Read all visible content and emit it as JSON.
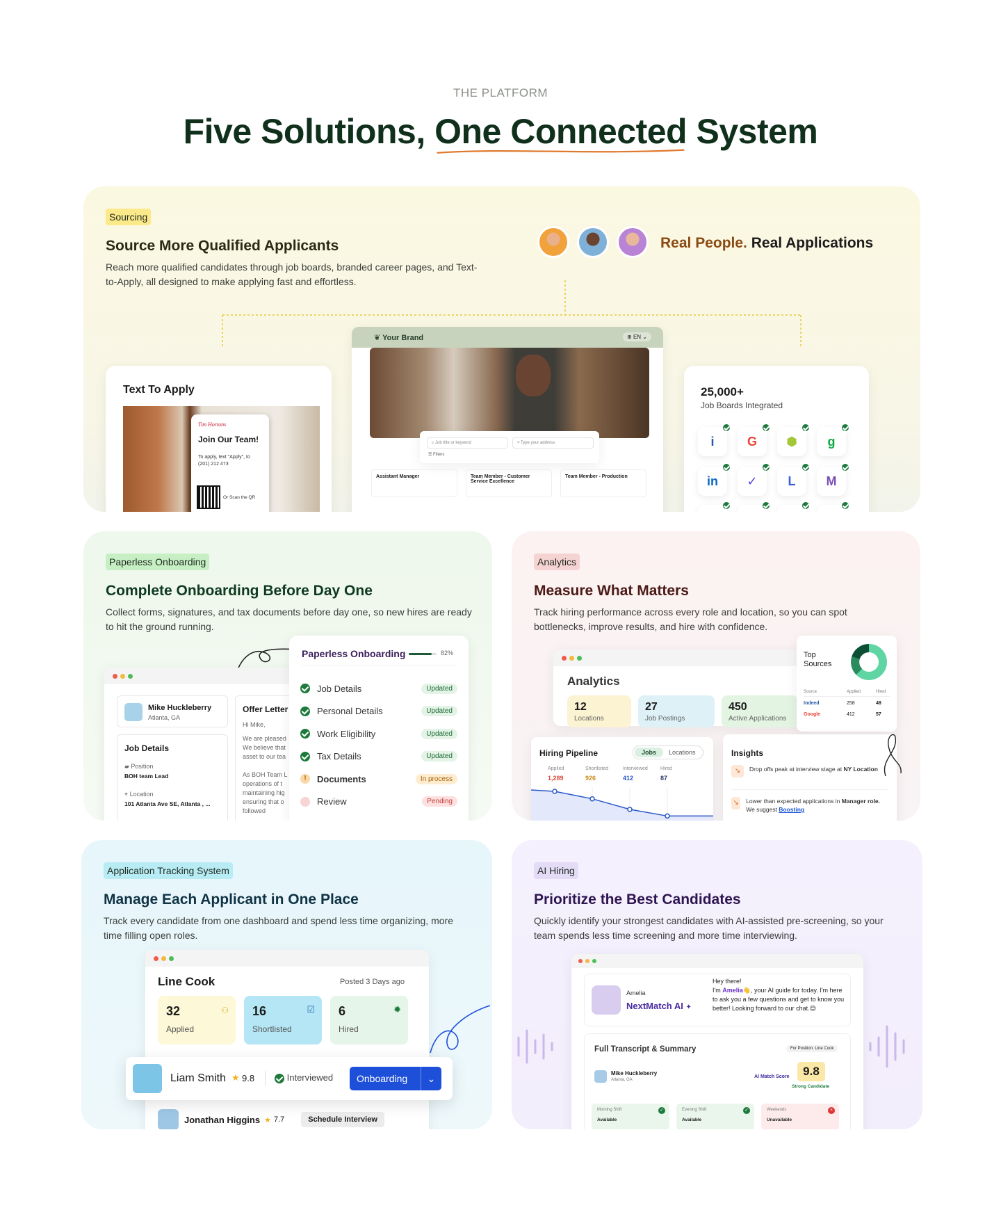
{
  "header": {
    "eyebrow": "THE PLATFORM",
    "title_pre": "Five Solutions, ",
    "title_ul": "One Connected",
    "title_post": " System"
  },
  "sourcing": {
    "tag": "Sourcing",
    "title": "Source More Qualified Applicants",
    "desc": "Reach more qualified candidates through job boards, branded career pages, and Text-to-Apply, all designed to make applying fast and effortless.",
    "people_a": "Real People.",
    "people_b": " Real Applications",
    "text_to_apply": {
      "title": "Text To Apply",
      "brand": "Tim Hortons",
      "join": "Join Our Team!",
      "apply_text": "To apply, text \"Apply\", to (201) 212 473",
      "qr": "Or Scan the QR"
    },
    "career": {
      "brand": "Your Brand",
      "lang": "EN",
      "search_ph": "Job title or keyword",
      "addr_ph": "Type your address",
      "filters": "Filters",
      "jobs": [
        "Assistant Manager",
        "Team Member - Customer Service Excellence",
        "Team Member - Production"
      ]
    },
    "boards": {
      "count": "25,000+",
      "label": "Job Boards Integrated",
      "logos": [
        {
          "name": "indeed-logo",
          "glyph": "i",
          "color": "#2557a7"
        },
        {
          "name": "google-logo",
          "glyph": "G",
          "color": "#ea4335"
        },
        {
          "name": "android-logo",
          "glyph": "⬢",
          "color": "#a4c639"
        },
        {
          "name": "glassdoor-logo",
          "glyph": "g",
          "color": "#0caa41"
        },
        {
          "name": "linkedin-logo",
          "glyph": "in",
          "color": "#0a66c2"
        },
        {
          "name": "check-logo",
          "glyph": "✓",
          "color": "#4f46e5"
        },
        {
          "name": "shield-logo",
          "glyph": "L",
          "color": "#3b5bdb"
        },
        {
          "name": "m-logo",
          "glyph": "M",
          "color": "#7b4fb7"
        }
      ]
    }
  },
  "onboarding": {
    "tag": "Paperless Onboarding",
    "title": "Complete Onboarding Before Day One",
    "desc": "Collect forms, signatures, and tax documents before day one, so new hires are ready to hit the ground running.",
    "employee": {
      "name": "Mike Huckleberry",
      "loc": "Atlanta, GA"
    },
    "job_details": {
      "title": "Job Details",
      "pos_label": "Position",
      "pos": "BOH team Lead",
      "loc_label": "Location",
      "loc": "101 Atlanta Ave SE, Atlanta , ..."
    },
    "offer": {
      "title": "Offer Letter",
      "greeting": "Hi Mike,",
      "lines": [
        "We are pleased",
        "We believe that",
        "asset to our tea",
        "",
        "As BOH Team L",
        "operations of t",
        "maintaining hig",
        "ensuring that o",
        "followed"
      ]
    },
    "checklist": {
      "title": "Paperless Onboarding",
      "pct": "82%",
      "progress": 0.82,
      "items": [
        {
          "label": "Job Details",
          "status": "Updated",
          "state": "done"
        },
        {
          "label": "Personal Details",
          "status": "Updated",
          "state": "done"
        },
        {
          "label": "Work Eligibility",
          "status": "Updated",
          "state": "done"
        },
        {
          "label": "Tax Details",
          "status": "Updated",
          "state": "done"
        },
        {
          "label": "Documents",
          "status": "In process",
          "state": "warn"
        },
        {
          "label": "Review",
          "status": "Pending",
          "state": "pending"
        }
      ]
    }
  },
  "analytics": {
    "tag": "Analytics",
    "title": "Measure What Matters",
    "desc": "Track hiring performance across every role and location, so you can spot bottlenecks, improve results, and hire with confidence.",
    "panel_title": "Analytics",
    "stats": [
      {
        "value": "12",
        "label": "Locations"
      },
      {
        "value": "27",
        "label": "Job Postings"
      },
      {
        "value": "450",
        "label": "Active Applications"
      }
    ],
    "top_sources": {
      "title": "Top Sources",
      "headers": [
        "Source",
        "Applied",
        "Hired"
      ],
      "rows": [
        [
          "Indeed",
          "258",
          "48"
        ],
        [
          "Google",
          "412",
          "57"
        ]
      ]
    },
    "pipeline": {
      "title": "Hiring Pipeline",
      "toggle": [
        "Jobs",
        "Locations"
      ],
      "stages": [
        {
          "label": "Applied",
          "value": "1,289"
        },
        {
          "label": "Shortlisted",
          "value": "926"
        },
        {
          "label": "Interviewed",
          "value": "412"
        },
        {
          "label": "Hired",
          "value": "87"
        }
      ]
    },
    "insights": {
      "title": "Insights",
      "i1_a": "Drop offs peak at interview stage at ",
      "i1_b": "NY Location",
      "i2_a": "Lower than expected applications in ",
      "i2_b": "Manager role.",
      "i2_c": " We suggest ",
      "i2_d": "Boosting"
    }
  },
  "ats": {
    "tag": "Application Tracking System",
    "title": "Manage Each Applicant in One Place",
    "desc": "Track every candidate from one dashboard and spend less time organizing, more time filling open roles.",
    "job": "Line Cook",
    "posted": "Posted 3 Days ago",
    "stats": [
      {
        "value": "32",
        "label": "Applied"
      },
      {
        "value": "16",
        "label": "Shortlisted"
      },
      {
        "value": "6",
        "label": "Hired"
      }
    ],
    "c1": {
      "name": "Liam Smith",
      "score": "9.8",
      "status": "Interviewed",
      "action": "Onboarding"
    },
    "c2": {
      "name": "Jonathan Higgins",
      "score": "7.7",
      "action": "Schedule Interview"
    }
  },
  "ai": {
    "tag": "AI Hiring",
    "title": "Prioritize the Best Candidates",
    "desc": "Quickly identify your strongest candidates with AI-assisted pre-screening, so your team spends less time screening and more time interviewing.",
    "bot_name": "Amelia",
    "bot_brand": "NextMatch AI",
    "msg_a": "Hey there!",
    "msg_b": "I'm ",
    "msg_c": "Amelia",
    "msg_d": "👋, your AI guide for today. I'm here to ask you a few questions and get to know you better! Looking forward to our chat.😊",
    "transcript": {
      "title": "Full Transcript & Summary",
      "for": "For Position: Line Cook",
      "candidate": "Mike Huckleberry",
      "loc": "Atlanta, GA",
      "score_label": "AI Match Score",
      "score": "9.8",
      "strong": "Strong Candidate",
      "shifts": [
        {
          "name": "Morning Shift",
          "avail": "Available",
          "ok": true
        },
        {
          "name": "Evening Shift",
          "avail": "Available",
          "ok": true
        },
        {
          "name": "Weekends",
          "avail": "Unavailable",
          "ok": false
        }
      ]
    }
  }
}
